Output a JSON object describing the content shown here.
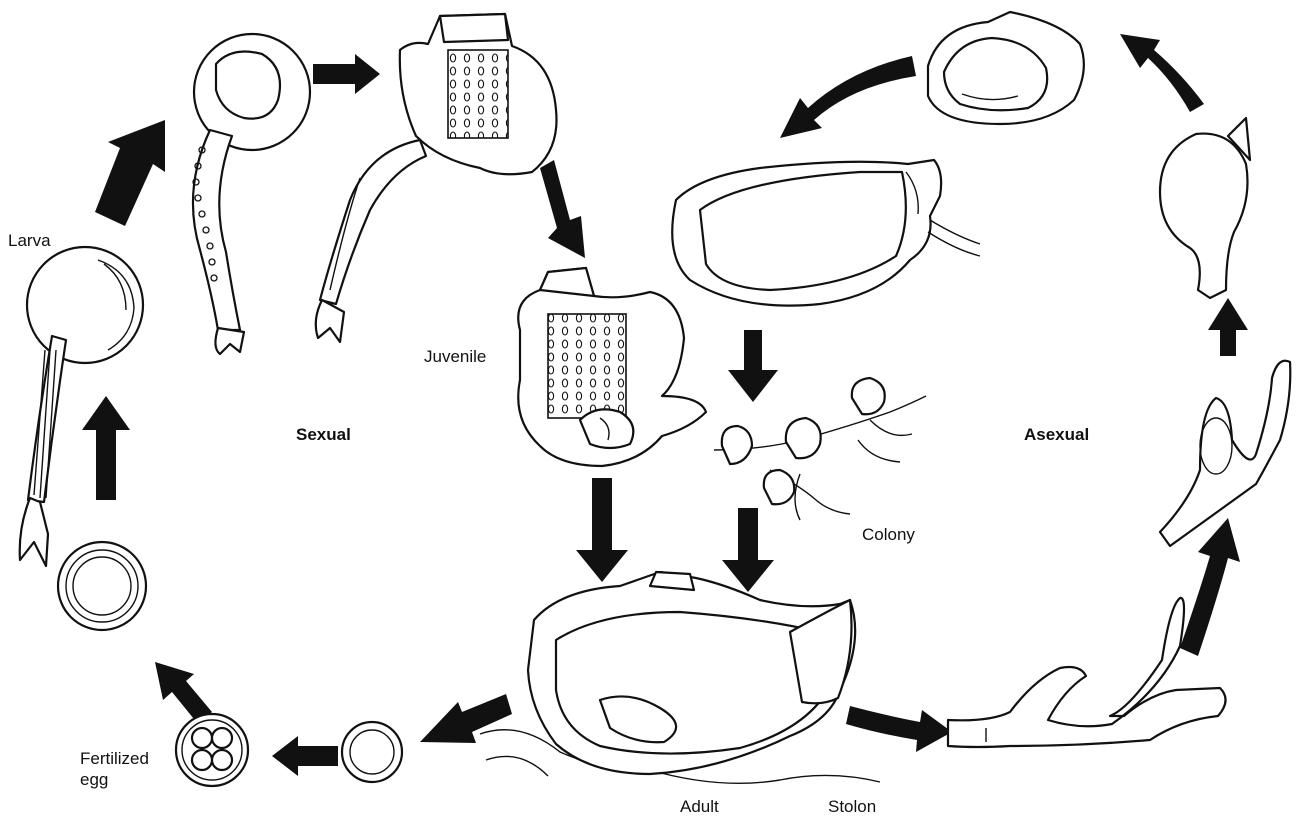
{
  "labels": {
    "larva": "Larva",
    "sexual": "Sexual",
    "asexual": "Asexual",
    "juvenile": "Juvenile",
    "colony": "Colony",
    "fertilized_egg": "Fertilized\negg",
    "adult": "Adult",
    "stolon": "Stolon"
  },
  "colors": {
    "ink": "#111111",
    "paper": "#ffffff"
  }
}
